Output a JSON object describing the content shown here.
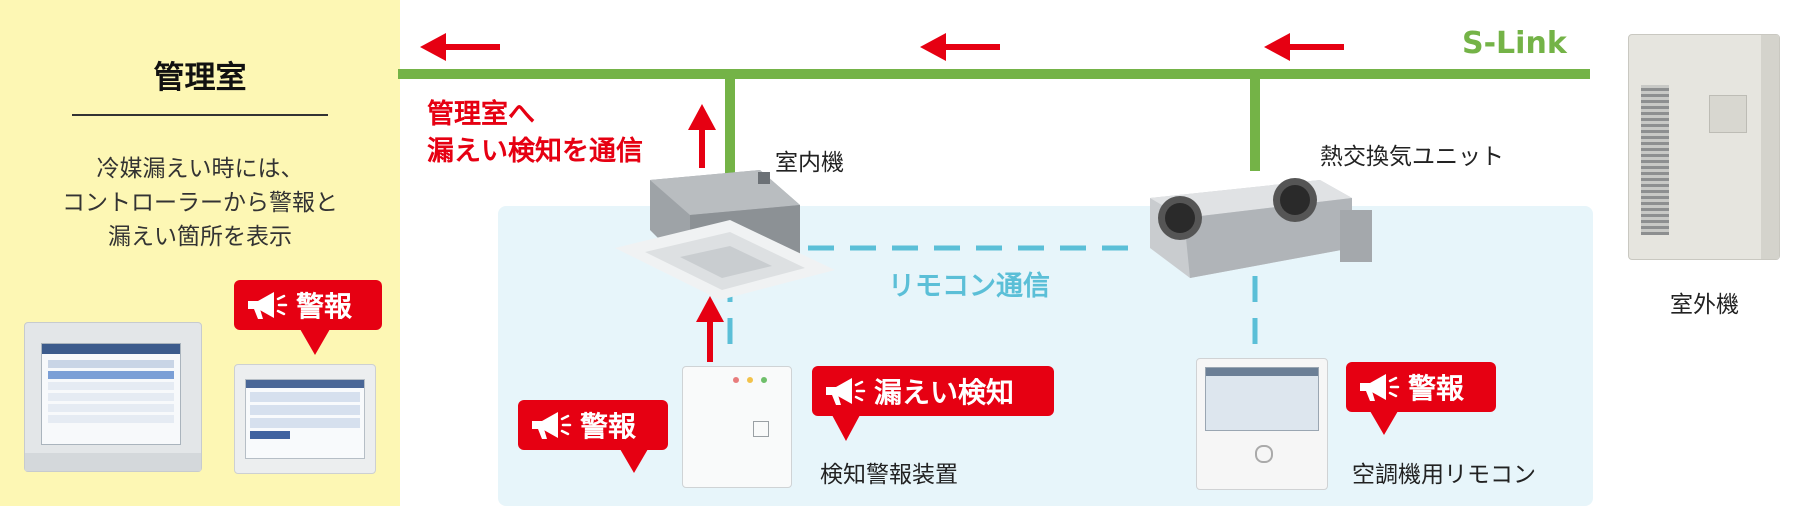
{
  "management": {
    "title": "管理室",
    "lines": [
      "冷媒漏えい時には、",
      "コントローラーから警報と",
      "漏えい箇所を表示"
    ],
    "alarm_badge": "警報"
  },
  "network": {
    "label": "S-Link",
    "arrow_direction": "left"
  },
  "notify": {
    "line1": "管理室へ",
    "line2": "漏えい検知を通信"
  },
  "devices": {
    "indoor": "室内機",
    "erv": "熱交換気ユニット",
    "outdoor": "室外機",
    "detector": "検知警報装置",
    "remote": "空調機用リモコン"
  },
  "remocon_comm": "リモコン通信",
  "badges": {
    "leak": "漏えい検知",
    "detector_alarm": "警報",
    "remote_alarm": "警報"
  },
  "colors": {
    "alert_red": "#e60012",
    "slink_green": "#74b347",
    "remocon_blue": "#5bbfd7",
    "panel_yellow": "#fdf7b4"
  }
}
